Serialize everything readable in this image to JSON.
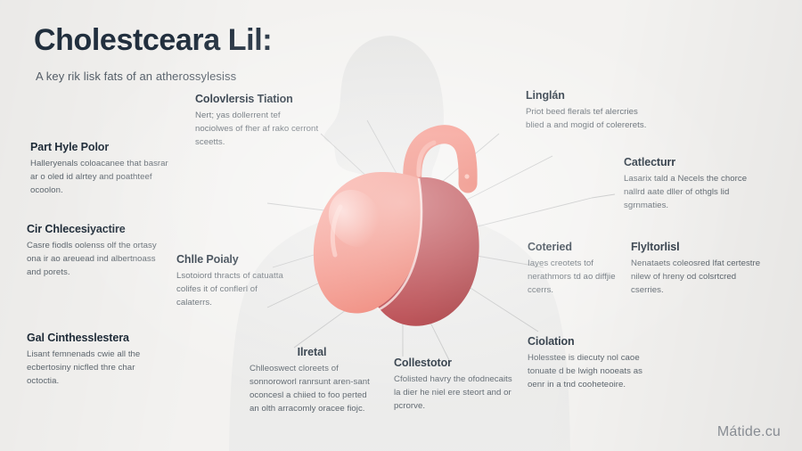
{
  "poster": {
    "title": "Cholestceara Lil:",
    "subtitle": "A key rik lisk fats of an atherossylesiss",
    "watermark": "Mátide.cu",
    "background_color": "#f3f2f0",
    "title_color": "#22303f",
    "silhouette_color": "#e2e2e2",
    "heart_light_color": "#f0786b",
    "heart_dark_color": "#b32029",
    "aorta_color": "#ef6a5d",
    "connector_color": "#b9babb"
  },
  "callouts": [
    {
      "id": "part-hyle-polor",
      "heading": "Part Hyle Polor",
      "body": "Halleryenals coloacanee that basrar ar o oled id alrtey and poathteef ocoolon."
    },
    {
      "id": "cir-chlecesiyactire",
      "heading": "Cir Chlecesiyactire",
      "body": "Casre fiodls oolenss olf the ortasy ona ir ao areuead ind albertnoass and porets."
    },
    {
      "id": "gal-cinthesslestera",
      "heading": "Gal Cinthesslestera",
      "body": "Lisant femnenads cwie all the ecbertosiny nicfled thre char octoctia."
    },
    {
      "id": "colovlersis-tiation",
      "heading": "Colovlersis Tiation",
      "body": "Nert; yas dollerrent tef nociolwes of fher af rako cerront sceetts."
    },
    {
      "id": "chlle-poialy",
      "heading": "Chlle Poialy",
      "body": "Lsotoiord thracts of catuatta colifes it of conflerl of calaterrs."
    },
    {
      "id": "ilretal",
      "heading": "Ilretal",
      "body": "Chlleoswect cloreets of sonnoroworl ranrsunt aren-sant oconcesl a chiied to foo perted an olth arracomly oracee fiojc."
    },
    {
      "id": "collestotor",
      "heading": "Collestotor",
      "body": "Cfolisted havry the ofodnecaits la dier he niel ere steort and or pcrorve."
    },
    {
      "id": "linglan",
      "heading": "Linglán",
      "body": "Priot beed flerals tef alercries blied a and mogid of colererets."
    },
    {
      "id": "catlecturr",
      "heading": "Catlecturr",
      "body": "Lasarix tald a Necels the chorce nallrd aate dller of othgls lid sgrnmaties."
    },
    {
      "id": "coteried",
      "heading": "Coteried",
      "body": "Iayes creotets tof nerathmors td ao diffjie ccerrs."
    },
    {
      "id": "flyltorlisl",
      "heading": "Flyltorlisl",
      "body": "Nenataets coleosred lfat certestre nilew of hreny od colsrtcred cserries."
    },
    {
      "id": "ciolation",
      "heading": "Ciolation",
      "body": "Holesstee is diecuty nol caoe tonuate d be lwigh nooeats as oenr in a tnd cooheteoire."
    }
  ]
}
